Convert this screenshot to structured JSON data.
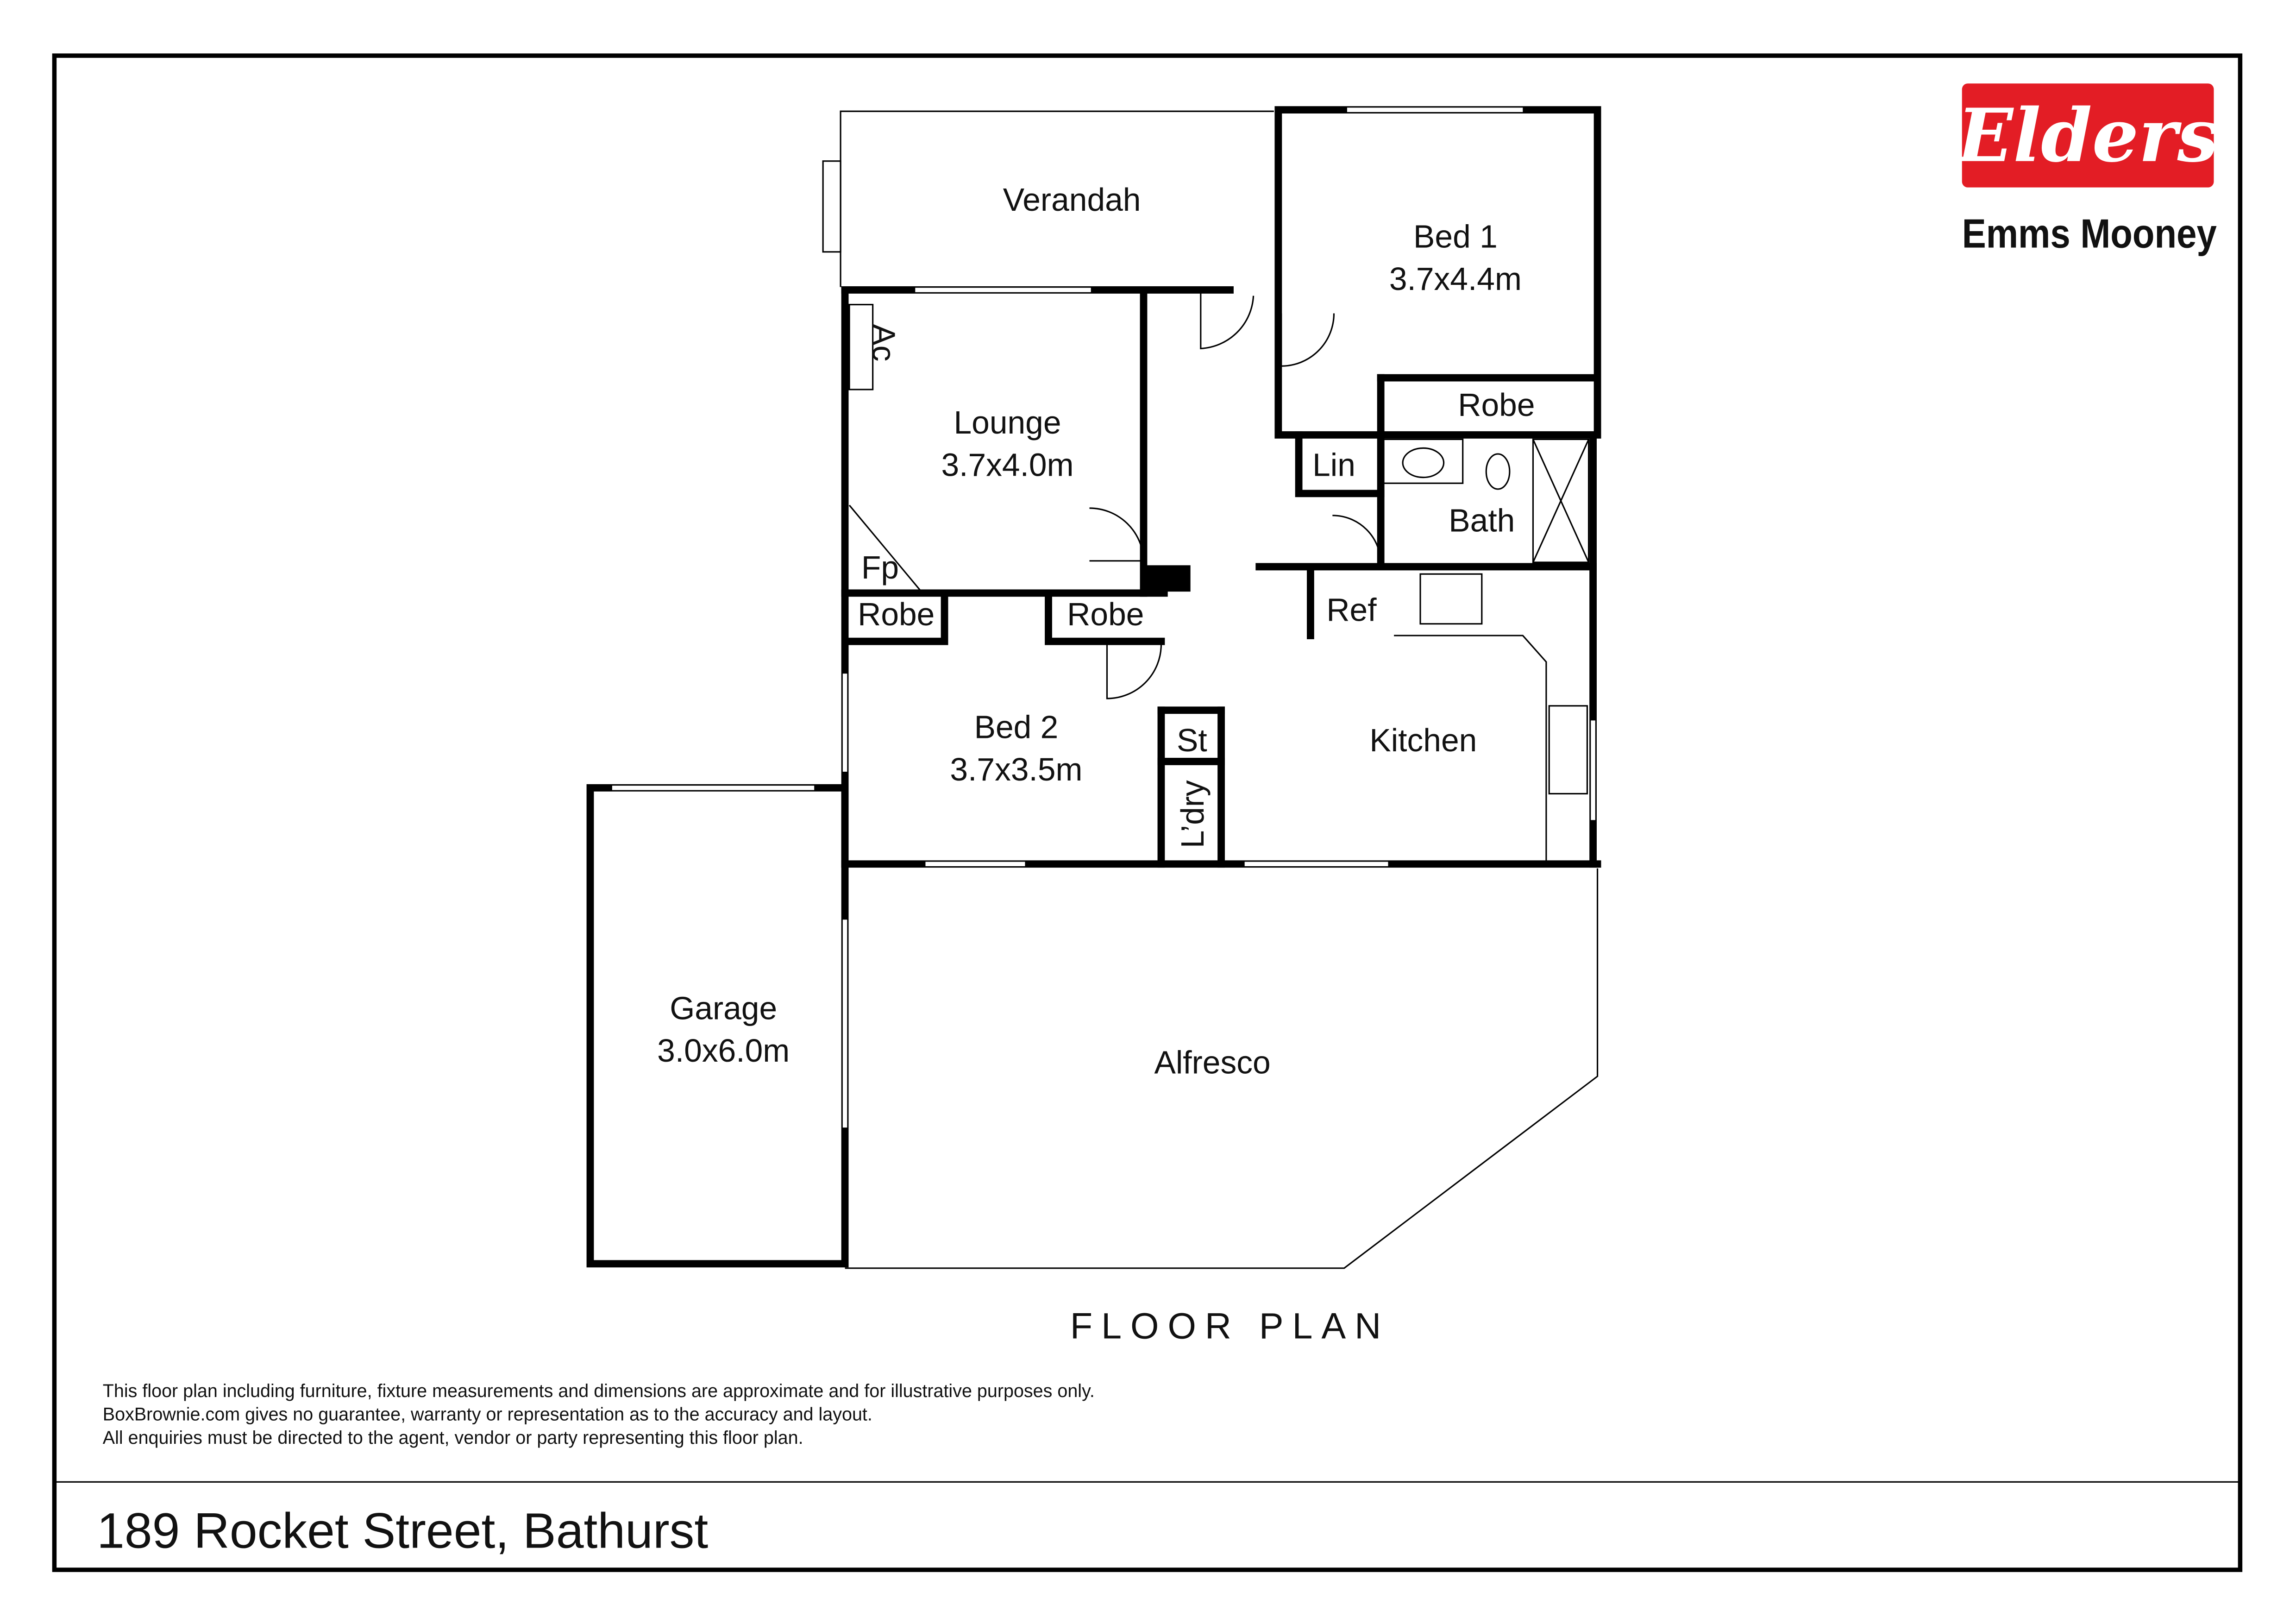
{
  "brand": {
    "logo_text": "Elders",
    "agency": "Emms Mooney",
    "accent": "#e31d25"
  },
  "rooms": {
    "verandah": {
      "name": "Verandah"
    },
    "bed1": {
      "name": "Bed 1",
      "size": "3.7x4.4m"
    },
    "robe1": {
      "name": "Robe"
    },
    "lounge": {
      "name": "Lounge",
      "size": "3.7x4.0m"
    },
    "ac": {
      "name": "Ac"
    },
    "fp": {
      "name": "Fp"
    },
    "lin": {
      "name": "Lin"
    },
    "bath": {
      "name": "Bath"
    },
    "robe2": {
      "name": "Robe"
    },
    "robe3": {
      "name": "Robe"
    },
    "ref": {
      "name": "Ref"
    },
    "bed2": {
      "name": "Bed 2",
      "size": "3.7x3.5m"
    },
    "st": {
      "name": "St"
    },
    "kitchen": {
      "name": "Kitchen"
    },
    "laundry": {
      "name": "L’dry"
    },
    "garage": {
      "name": "Garage",
      "size": "3.0x6.0m"
    },
    "alfresco": {
      "name": "Alfresco"
    }
  },
  "plan_title": "FLOOR PLAN",
  "disclaimer": [
    "This floor plan including furniture, fixture measurements and dimensions are approximate and for illustrative purposes only.",
    "BoxBrownie.com gives no guarantee, warranty or representation as to the accuracy and layout.",
    "All enquiries must be directed to the agent, vendor or party representing this floor plan."
  ],
  "address": "189 Rocket Street, Bathurst"
}
